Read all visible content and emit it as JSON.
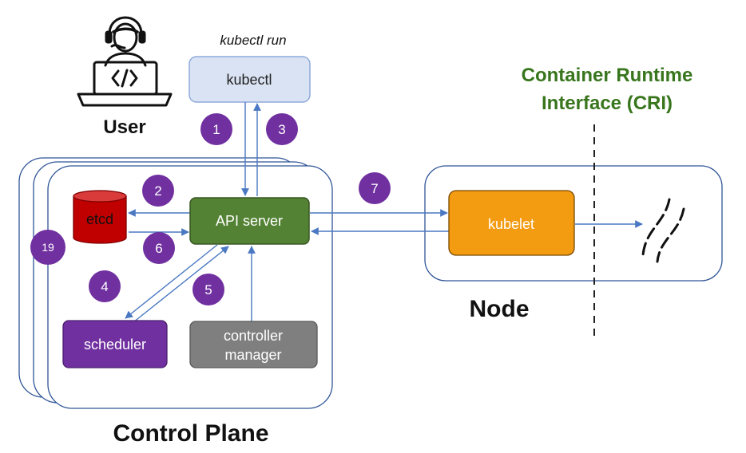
{
  "user": {
    "icon": "developer-laptop-icon",
    "label": "User"
  },
  "kubectl": {
    "command": "kubectl run",
    "box_label": "kubectl"
  },
  "api_server": {
    "label": "API server"
  },
  "etcd": {
    "label": "etcd"
  },
  "scheduler": {
    "label": "scheduler"
  },
  "controller_manager": {
    "line1": "controller",
    "line2": "manager"
  },
  "kubelet": {
    "label": "kubelet"
  },
  "node": {
    "label": "Node"
  },
  "control_plane": {
    "label": "Control Plane"
  },
  "cri": {
    "line1": "Container Runtime",
    "line2": "Interface (CRI)"
  },
  "steps": {
    "s1": "1",
    "s2": "2",
    "s3": "3",
    "s4": "4",
    "s5": "5",
    "s6": "6",
    "s7": "7",
    "s19": "19"
  },
  "colors": {
    "api_server": "#548235",
    "etcd": "#c00000",
    "scheduler": "#7030a0",
    "controller_manager": "#7f7f7f",
    "kubelet": "#f39c12",
    "kubectl": "#dae3f3",
    "step_badge": "#7030a0",
    "cri_text": "#38761d",
    "connector": "#4a78c2",
    "outline": "#2f5597"
  }
}
